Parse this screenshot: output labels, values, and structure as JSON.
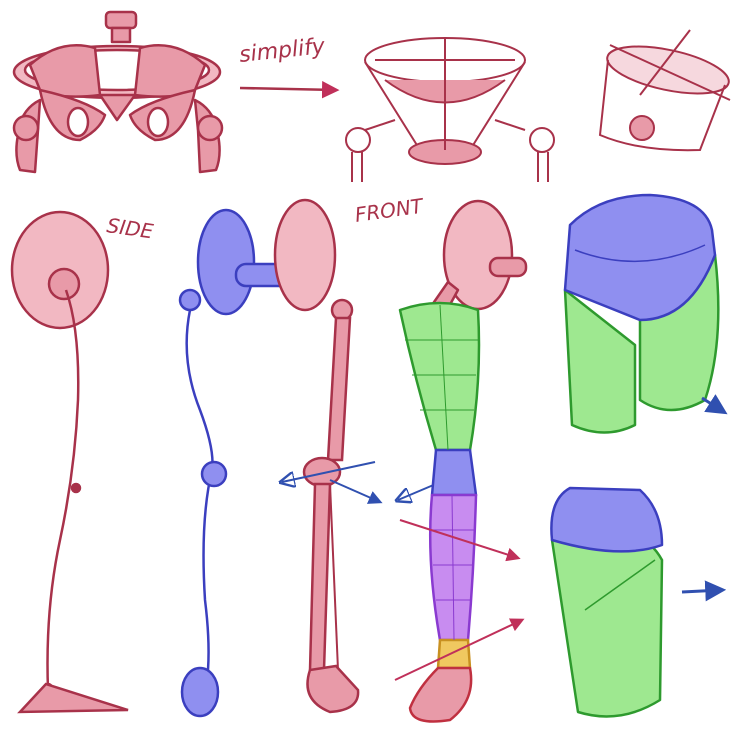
{
  "labels": {
    "simplify": "simplify",
    "side": "SIDE",
    "front": "FRONT"
  },
  "colors": {
    "red_line": "#a8324a",
    "red_fill": "#e89aa8",
    "blue_line": "#3b3fbf",
    "blue_fill": "#8f8ff0",
    "green_line": "#2e9a2e",
    "green_fill": "#9ee890",
    "purple_line": "#8a3ad0",
    "purple_fill": "#c88cf0",
    "yellow_fill": "#f0c860",
    "arrow_red": "#c0305a",
    "arrow_blue": "#3050b0"
  }
}
